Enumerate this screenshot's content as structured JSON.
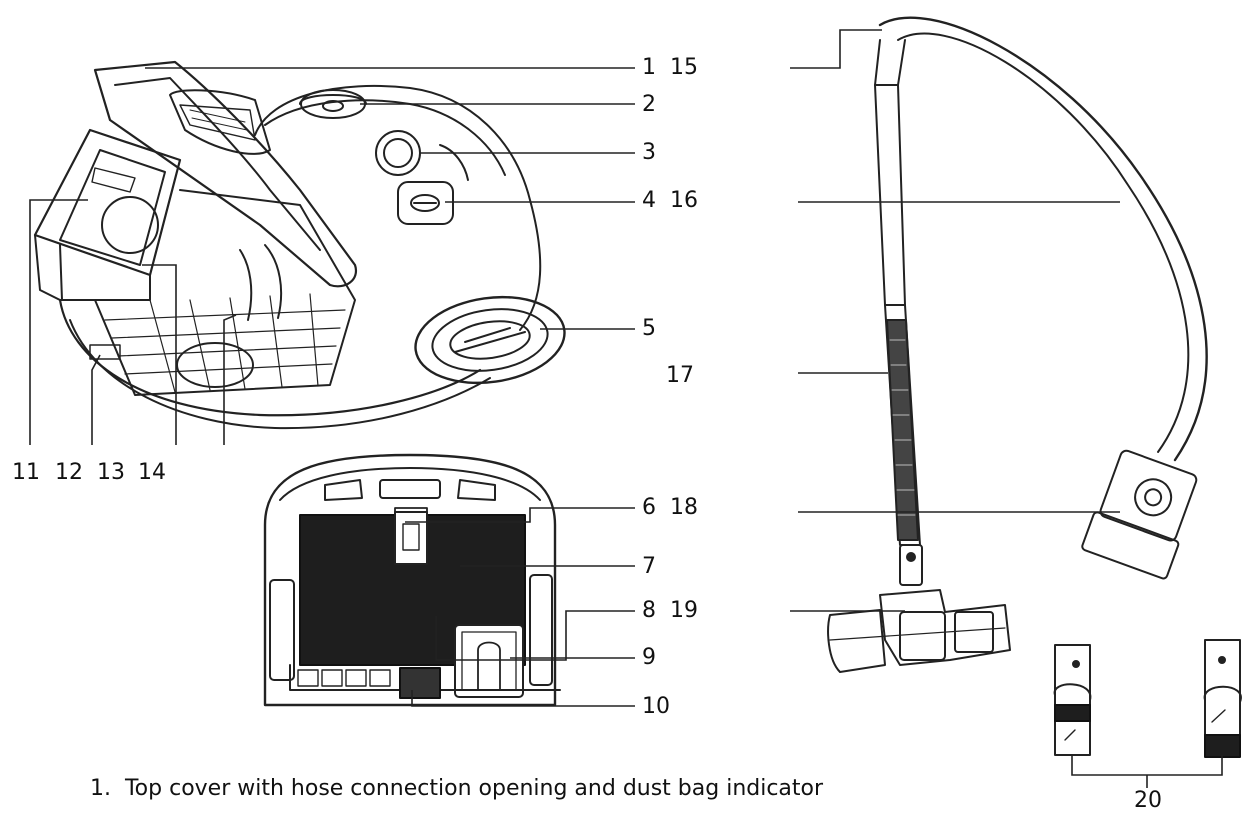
{
  "labels": {
    "l1": "1  15",
    "l2": "2",
    "l3": "3",
    "l4": "4  16",
    "l5": "5",
    "l17": "17",
    "l6": "6  18",
    "l7": "7",
    "l8": "8  19",
    "l9": "9",
    "l10": "10",
    "l11": "11",
    "l12": "12",
    "l13": "13",
    "l14": "14",
    "l20": "20"
  },
  "caption": "1.  Top cover with hose connection opening and dust bag indicator"
}
